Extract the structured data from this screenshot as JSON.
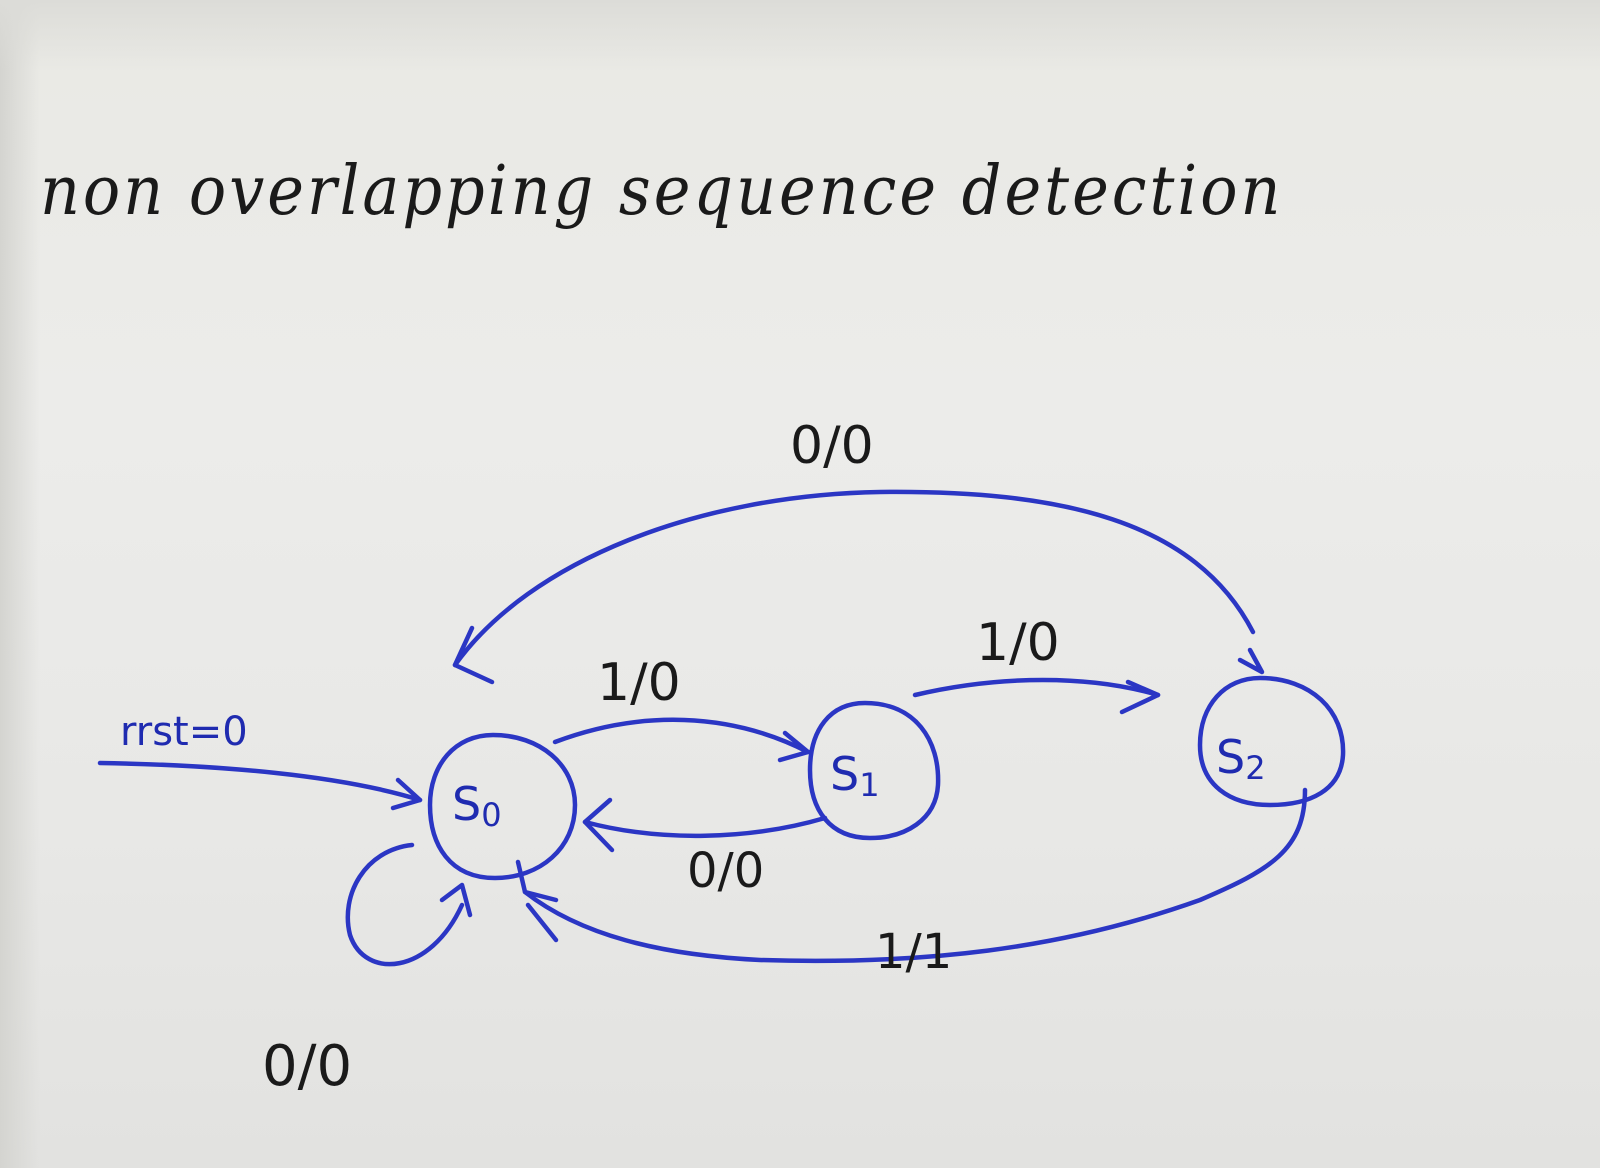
{
  "title": "non overlapping sequence detection",
  "reset_label": "rrst=0",
  "states": [
    {
      "id": "S0",
      "letter": "S",
      "sub": "0"
    },
    {
      "id": "S1",
      "letter": "S",
      "sub": "1"
    },
    {
      "id": "S2",
      "letter": "S",
      "sub": "2"
    }
  ],
  "transitions": {
    "s0_self": "0/0",
    "s0_to_s1": "1/0",
    "s1_to_s0": "0/0",
    "s1_to_s2": "1/0",
    "s2_to_s0_top": "0/0",
    "s2_to_s0_bottom": "1/1"
  },
  "colors": {
    "ink": "#2b36c4",
    "pencil": "#1a1a1a",
    "paper": "#ececea"
  }
}
